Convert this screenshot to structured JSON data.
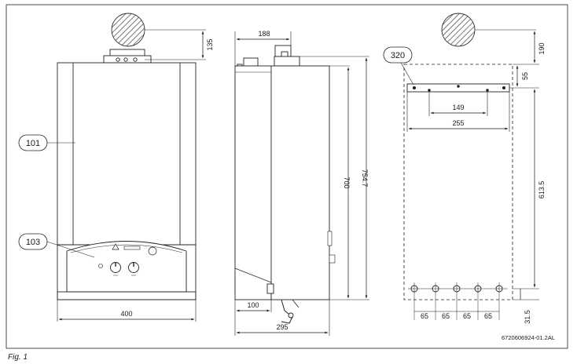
{
  "figure": {
    "caption": "Fig. 1",
    "drawing_code": "6720606924-01.2AL"
  },
  "callouts": {
    "casing": "101",
    "control_panel": "103",
    "mounting_template": "320"
  },
  "front_view": {
    "width": "400",
    "top_clearance": "135"
  },
  "side_view": {
    "depth_top": "188",
    "depth_bottom": "295",
    "bottom_offset": "100",
    "height_casing": "700",
    "height_total": "754.7"
  },
  "template_view": {
    "top_clearance": "190",
    "rail_offset": "55",
    "hole_spacing": "149",
    "rail_width": "255",
    "rail_to_pipes": "613.5",
    "pipe_pitch": [
      "65",
      "65",
      "65",
      "65"
    ],
    "pipe_offset": "31.5"
  }
}
